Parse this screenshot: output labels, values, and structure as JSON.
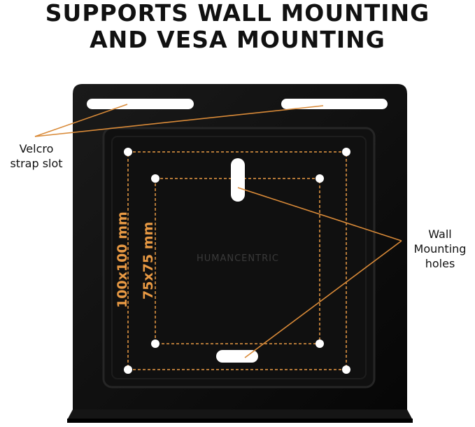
{
  "heading": {
    "line1": "SUPPORTS WALL MOUNTING",
    "line2": "AND VESA MOUNTING"
  },
  "callouts": {
    "velcro_line1": "Velcro",
    "velcro_line2": "strap slot",
    "wall_line1": "Wall",
    "wall_line2": "Mounting",
    "wall_line3": "holes"
  },
  "dimensions": {
    "outer": "100x100 mm",
    "inner": "75x75 mm"
  },
  "brand_text": "HUMANCENTRIC",
  "colors": {
    "plate": "#0d0d0d",
    "accent": "#e99a44",
    "text": "#111111"
  }
}
